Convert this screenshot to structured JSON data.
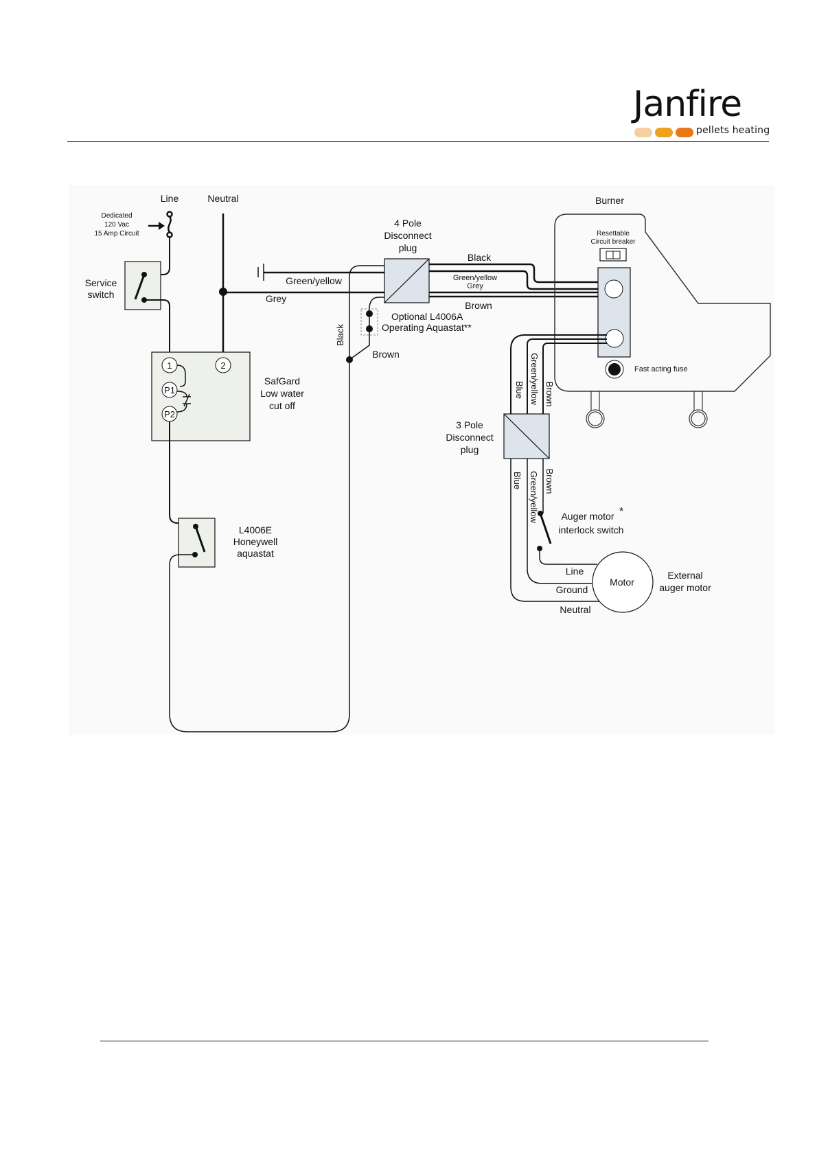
{
  "header": {
    "brand_name": "Janfire",
    "brand_tagline": "pellets heating",
    "brand_dot_colors": [
      "#f5cfa0",
      "#f0a020",
      "#e8781a"
    ]
  },
  "diagram": {
    "background_color": "#fafafa",
    "component_fill": "#eef0ec",
    "connector_fill": "#dde4ec",
    "supply": {
      "line_label": "Line",
      "neutral_label": "Neutral",
      "circuit_note": [
        "Dedicated",
        "120 Vac",
        "15 Amp Circuit"
      ]
    },
    "service_switch": {
      "label": [
        "Service",
        "switch"
      ]
    },
    "safgard": {
      "label": [
        "SafGard",
        "Low water",
        "cut off"
      ],
      "terminals": [
        "1",
        "2",
        "P1",
        "P2"
      ]
    },
    "honeywell_aquastat": {
      "label": [
        "L4006E",
        "Honeywell",
        "aquastat"
      ]
    },
    "four_pole_plug": {
      "label": [
        "4 Pole",
        "Disconnect",
        "plug"
      ]
    },
    "optional_aquastat": {
      "label": [
        "Optional L4006A",
        "Operating Aquastat**"
      ]
    },
    "wires_left": {
      "green_yellow": "Green/yellow",
      "grey": "Grey",
      "black": "Black",
      "brown": "Brown"
    },
    "wires_right": {
      "black": "Black",
      "green_yellow": "Green/yellow",
      "grey": "Grey",
      "brown": "Brown"
    },
    "burner": {
      "label": "Burner",
      "breaker_label": [
        "Resettable",
        "Circuit breaker"
      ],
      "fuse_label": "Fast acting fuse"
    },
    "three_pole_plug": {
      "label": [
        "3 Pole",
        "Disconnect",
        "plug"
      ]
    },
    "auger_wires_upper": [
      "Blue",
      "Green/yellow",
      "Brown"
    ],
    "auger_wires_lower": [
      "Blue",
      "Green/yellow",
      "Brown"
    ],
    "interlock_switch": {
      "label": [
        "Auger motor",
        "interlock switch"
      ],
      "mark": "*"
    },
    "motor": {
      "label": "Motor",
      "external_label": [
        "External",
        "auger motor"
      ],
      "line_label": "Line",
      "ground_label": "Ground",
      "neutral_label": "Neutral"
    }
  }
}
